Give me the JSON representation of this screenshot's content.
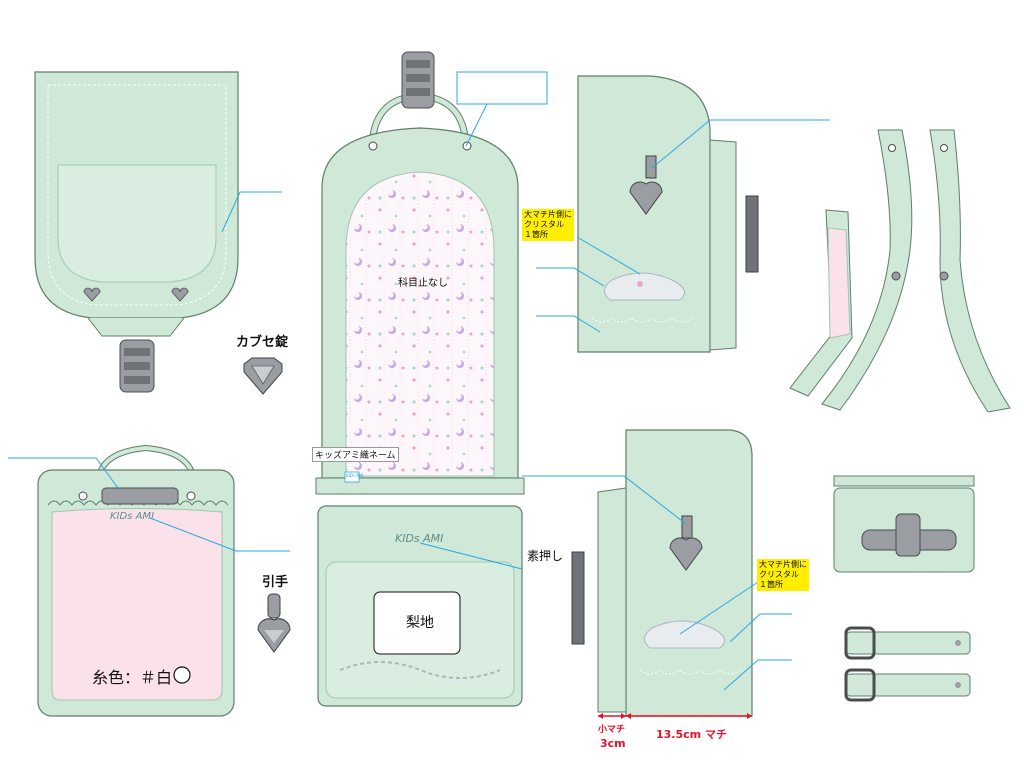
{
  "colors": {
    "mint": "#cfe8d7",
    "mint_dark": "#9fc7ad",
    "outline": "#5e7f6c",
    "pink": "#fbe1ea",
    "metal": "#9a9ea3",
    "leader": "#2ba8e0",
    "label_yellow": "#ffee00",
    "measure_red": "#e8102a"
  },
  "labels": {
    "kabuse_lock": "カブセ錠",
    "pull": "引手",
    "no_rivet": "科目止なし",
    "kids_name": "キッズアミ織ネーム",
    "emboss": "素押し",
    "nashiji": "梨地",
    "thread_color": "糸色：＃白",
    "crystal_1": "大マチ片側に\nクリスタル\n１箇所",
    "crystal_2": "大マチ片側に\nクリスタル\n１箇所",
    "brand": "KIDs AMI",
    "brand_pocket": "KIDs AMI",
    "tag_mini": "KIDs AMI"
  },
  "measure": {
    "small_gusset": "小マチ",
    "small_value": "3cm",
    "large_gusset": "13.5cm マチ"
  }
}
